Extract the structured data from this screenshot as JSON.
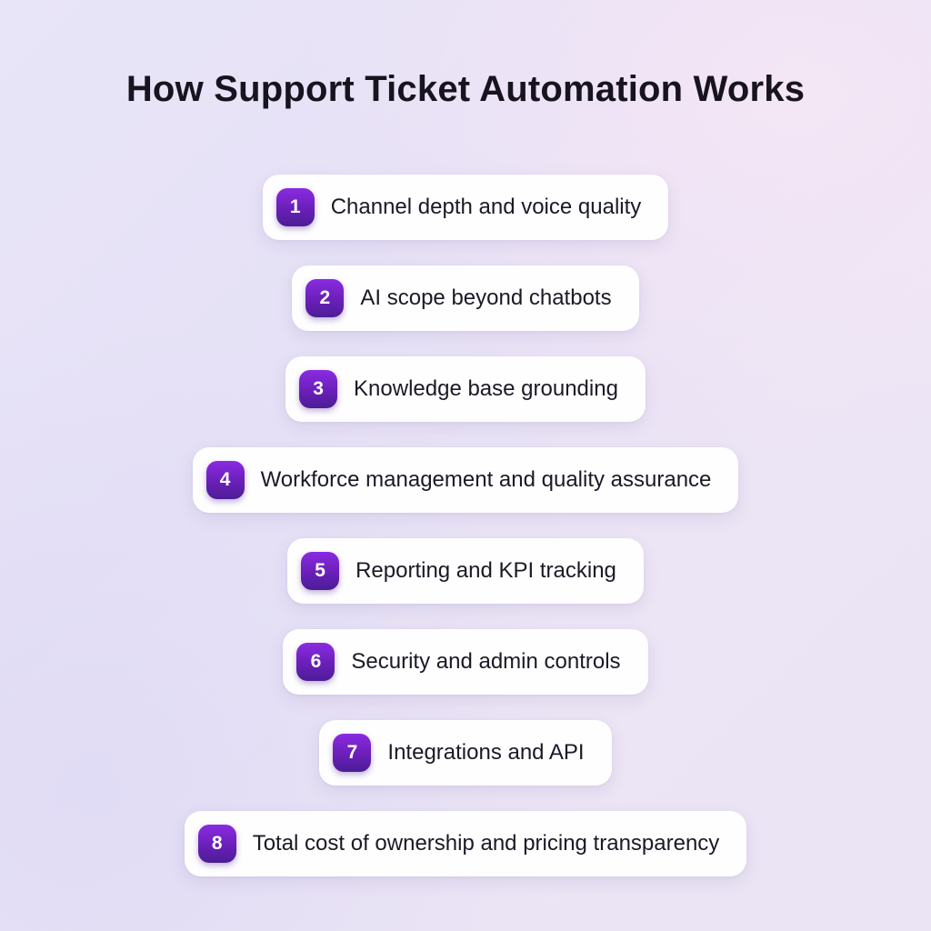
{
  "title": "How Support Ticket Automation Works",
  "colors": {
    "badge_purple_top": "#8a2be2",
    "badge_purple_bottom": "#4c1d95",
    "card_background": "#fefefe",
    "page_background": "#e8e3f6",
    "title_text": "#17141f",
    "card_text": "#1c1926",
    "badge_text": "#ffffff"
  },
  "list": {
    "items": [
      {
        "number": "1",
        "label": "Channel depth and voice quality"
      },
      {
        "number": "2",
        "label": "AI scope beyond chatbots"
      },
      {
        "number": "3",
        "label": "Knowledge base grounding"
      },
      {
        "number": "4",
        "label": "Workforce management and quality assurance"
      },
      {
        "number": "5",
        "label": "Reporting and KPI tracking"
      },
      {
        "number": "6",
        "label": "Security and admin controls"
      },
      {
        "number": "7",
        "label": "Integrations and API"
      },
      {
        "number": "8",
        "label": "Total cost of ownership and pricing transparency"
      }
    ]
  }
}
